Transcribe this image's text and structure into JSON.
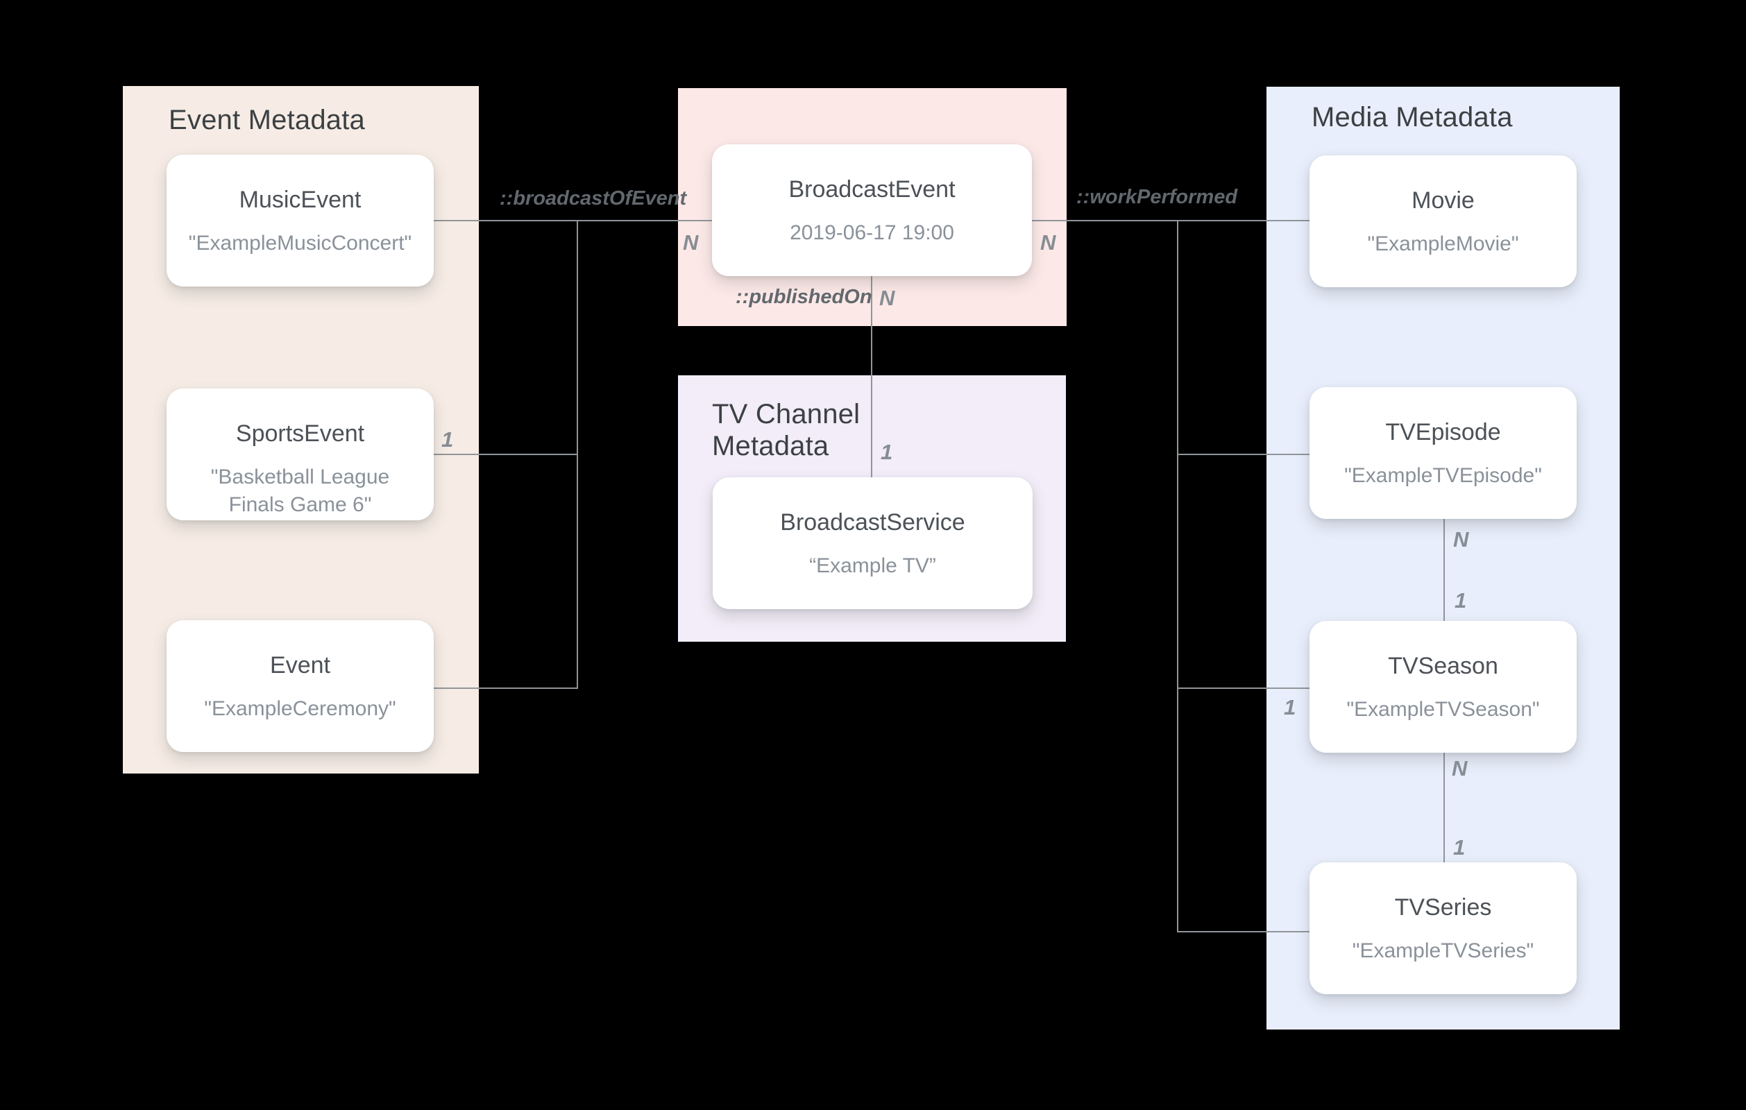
{
  "diagram": {
    "background": "#000000",
    "line_color": "#90959A",
    "panels": {
      "event_metadata": {
        "title": "Event Metadata",
        "color": "#F6ECE5"
      },
      "broadcast_event": {
        "title": "",
        "color": "#FCE9E7"
      },
      "tv_channel_metadata": {
        "title": "TV Channel Metadata",
        "color": "#F2EDF8"
      },
      "media_metadata": {
        "title": "Media Metadata",
        "color": "#E8EEFB"
      }
    },
    "nodes": {
      "music_event": {
        "title": "MusicEvent",
        "subtitle": "\"ExampleMusicConcert\""
      },
      "sports_event": {
        "title": "SportsEvent",
        "subtitle": "\"Basketball League Finals Game 6\""
      },
      "event": {
        "title": "Event",
        "subtitle": "\"ExampleCeremony\""
      },
      "broadcast_event": {
        "title": "BroadcastEvent",
        "subtitle": "2019-06-17 19:00"
      },
      "broadcast_service": {
        "title": "BroadcastService",
        "subtitle": "“Example TV”"
      },
      "movie": {
        "title": "Movie",
        "subtitle": "\"ExampleMovie\""
      },
      "tv_episode": {
        "title": "TVEpisode",
        "subtitle": "\"ExampleTVEpisode\""
      },
      "tv_season": {
        "title": "TVSeason",
        "subtitle": "\"ExampleTVSeason\""
      },
      "tv_series": {
        "title": "TVSeries",
        "subtitle": "\"ExampleTVSeries\""
      }
    },
    "relations": {
      "broadcast_of_event": "::broadcastOfEvent",
      "published_on": "::publishedOn",
      "work_performed": "::workPerformed"
    },
    "cardinalities": {
      "broadcastevent_left_n": "N",
      "broadcastevent_right_n": "N",
      "published_on_n": "N",
      "published_on_1": "1",
      "sportsevent_1": "1",
      "tvseason_left_1": "1",
      "episode_season_n": "N",
      "episode_season_1": "1",
      "season_series_n": "N",
      "season_series_1": "1"
    }
  }
}
